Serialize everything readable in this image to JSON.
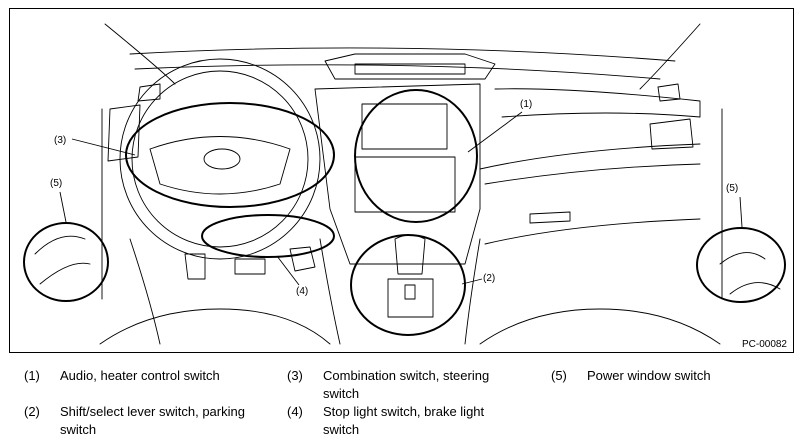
{
  "figure": {
    "code": "PC-00082",
    "callouts": [
      "(1)",
      "(2)",
      "(3)",
      "(4)",
      "(5)",
      "(5)"
    ]
  },
  "legend": [
    {
      "num": "(1)",
      "text": "Audio, heater control switch"
    },
    {
      "num": "(2)",
      "text": "Shift/select lever switch, parking switch"
    },
    {
      "num": "(3)",
      "text": "Combination switch, steering switch"
    },
    {
      "num": "(4)",
      "text": "Stop light switch, brake light switch"
    },
    {
      "num": "(5)",
      "text": "Power window switch"
    }
  ]
}
